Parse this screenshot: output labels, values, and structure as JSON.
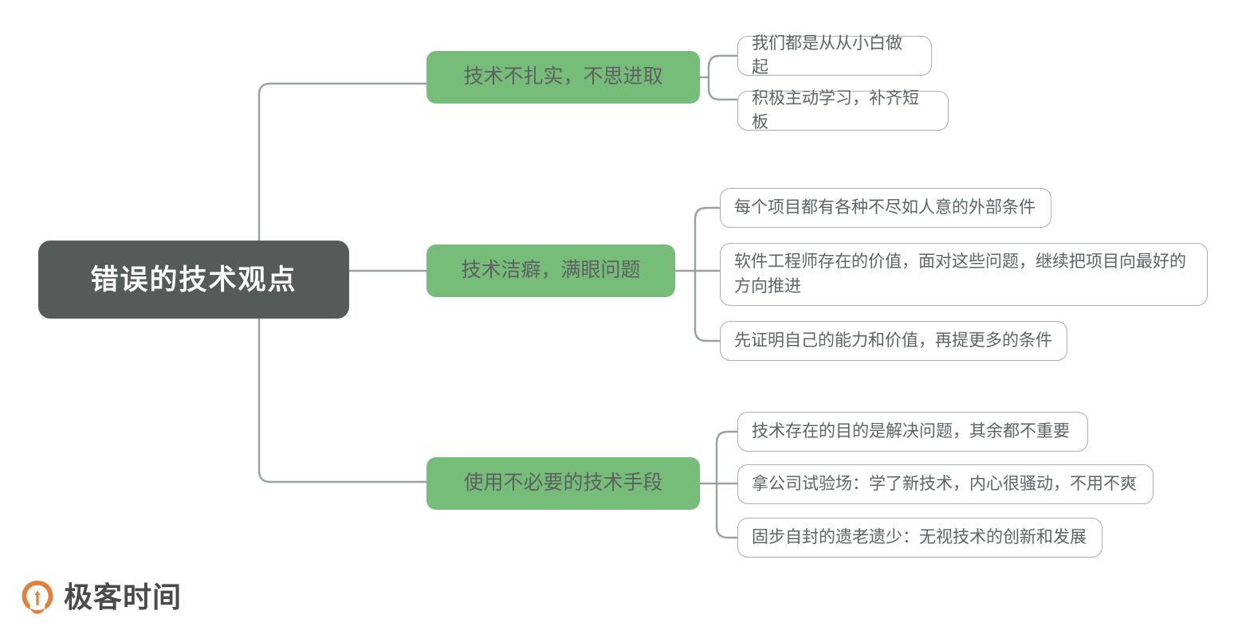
{
  "diagram": {
    "type": "mind-map",
    "root": {
      "label": "错误的技术观点"
    },
    "branches": [
      {
        "label": "技术不扎实，不思进取",
        "children": [
          {
            "label": "我们都是从从小白做起"
          },
          {
            "label": "积极主动学习，补齐短板"
          }
        ]
      },
      {
        "label": "技术洁癖，满眼问题",
        "children": [
          {
            "label": "每个项目都有各种不尽如人意的外部条件"
          },
          {
            "label": "软件工程师存在的价值，面对这些问题，继续把项目向最好的方向推进"
          },
          {
            "label": "先证明自己的能力和价值，再提更多的条件"
          }
        ]
      },
      {
        "label": "使用不必要的技术手段",
        "children": [
          {
            "label": "技术存在的目的是解决问题，其余都不重要"
          },
          {
            "label": "拿公司试验场：学了新技术，内心很骚动，不用不爽"
          },
          {
            "label": "固步自封的遗老遗少：无视技术的创新和发展"
          }
        ]
      }
    ]
  },
  "logo": {
    "text": "极客时间",
    "mark_name": "geek-time-logo-mark"
  },
  "colors": {
    "root_fill": "#565b5a",
    "root_text": "#ffffff",
    "branch_fill": "#77bd7a",
    "branch_text": "#5c6160",
    "leaf_border": "#a9afb2",
    "leaf_text": "#5e6468",
    "connector": "#9aa0a3",
    "logo_orange": "#e3813c",
    "logo_text": "#4a4a4a",
    "background": "#ffffff"
  }
}
